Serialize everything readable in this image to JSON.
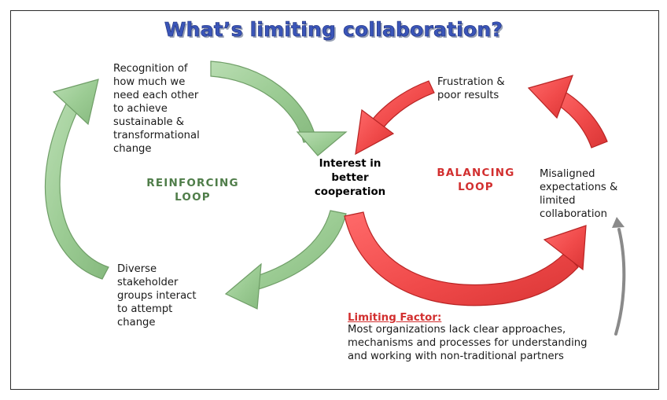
{
  "title": "What’s limiting collaboration?",
  "center": {
    "text": "Interest in\nbetter\ncooperation"
  },
  "reinforcing": {
    "label": "REINFORCING\nLOOP",
    "top_node": "Recognition of\nhow much we\nneed each other\nto achieve\nsustainable &\ntransformational\nchange",
    "bottom_node": "Diverse\nstakeholder\ngroups interact\nto attempt\nchange"
  },
  "balancing": {
    "label": "BALANCING\nLOOP",
    "top_node": "Frustration &\npoor results",
    "right_node": "Misaligned\nexpectations &\nlimited\ncollaboration"
  },
  "limiting_factor": {
    "heading": "Limiting Factor:",
    "body": "Most organizations lack clear approaches,\nmechanisms and processes for understanding\nand working with non-traditional partners"
  },
  "colors": {
    "green_arrow": "#9ccc94",
    "green_edge": "#6f9e67",
    "red_arrow": "#f04a4a",
    "red_edge": "#b82424",
    "gray_arrow": "#8a8a8a",
    "reinforcing_text": "#4f7d49",
    "balancing_text": "#d22f2f",
    "limiting_text": "#d22f2f",
    "title": "#3a55b8"
  }
}
